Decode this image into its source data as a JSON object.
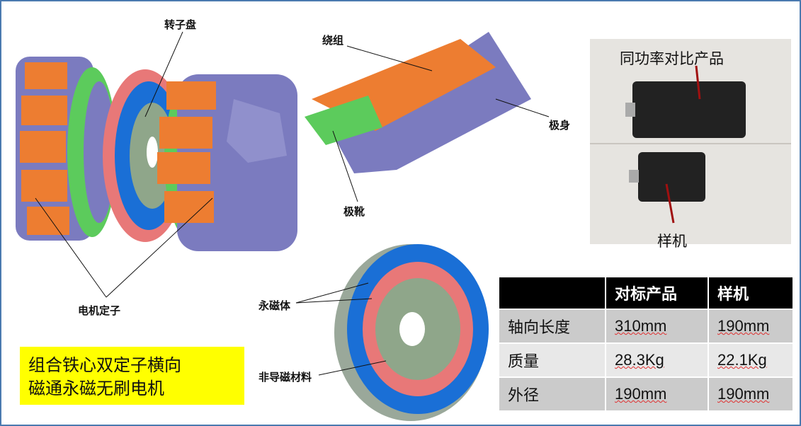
{
  "labels": {
    "rotor_disk": "转子盘",
    "winding": "绕组",
    "pole_body": "极身",
    "pole_shoe": "极靴",
    "stator": "电机定子",
    "permanent_magnet": "永磁体",
    "non_magnetic": "非导磁材料"
  },
  "title_box": {
    "line1": "组合铁心双定子横向",
    "line2": "磁通永磁无刷电机"
  },
  "photo": {
    "top_label": "同功率对比产品",
    "bottom_label": "样机"
  },
  "table": {
    "headers": [
      "",
      "对标产品",
      "样机"
    ],
    "rows": [
      [
        "轴向长度",
        "310mm",
        "190mm"
      ],
      [
        "质量",
        "28.3Kg",
        "22.1Kg"
      ],
      [
        "外径",
        "190mm",
        "190mm"
      ]
    ]
  },
  "colors": {
    "orange": "#ed7d31",
    "purple": "#7b7bbf",
    "green": "#5ccb5c",
    "blue": "#1a6fd6",
    "pink": "#e87878",
    "gray_green": "#8fa68a",
    "yellow": "#ffff00"
  }
}
